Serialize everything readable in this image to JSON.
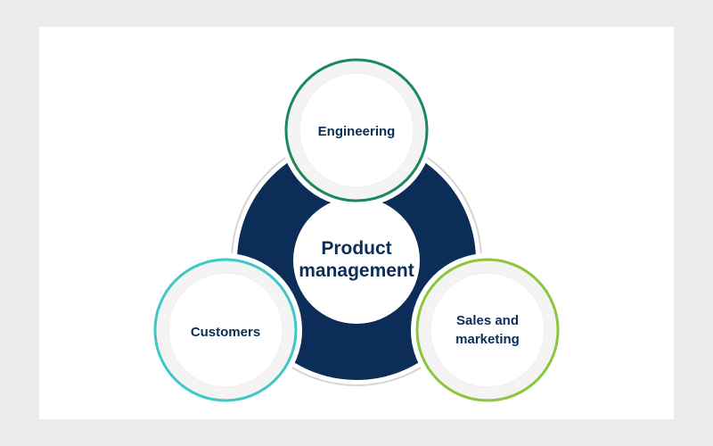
{
  "diagram": {
    "center": {
      "line1": "Product",
      "line2": "management"
    },
    "nodes": {
      "engineering": {
        "label": "Engineering",
        "color": "#1a8a5e"
      },
      "customers": {
        "label": "Customers",
        "color": "#3ec8c6"
      },
      "sales": {
        "line1": "Sales and",
        "line2": "marketing",
        "color": "#8cc63e"
      }
    },
    "colors": {
      "ring": "#0c2d57",
      "text": "#0c2d57",
      "node_fill": "#f2f2f2"
    }
  }
}
